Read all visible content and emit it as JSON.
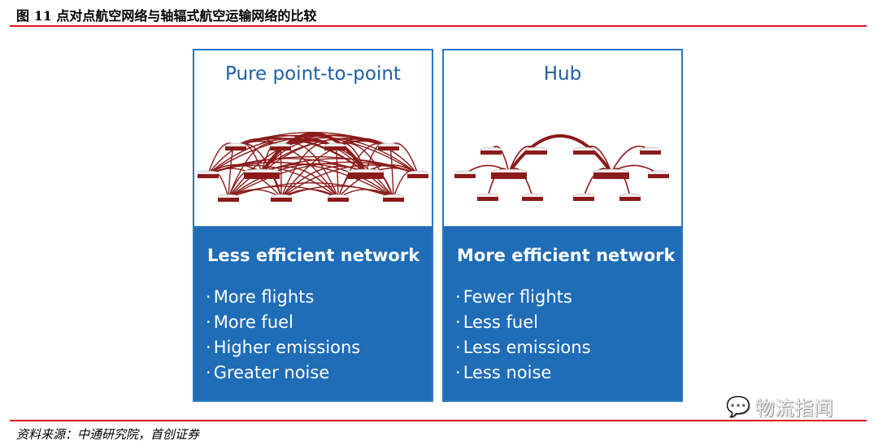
{
  "figure_title": "图 11 点对点航空网络与轴辐式航空运输网络的比较",
  "panels": [
    {
      "title": "Pure point-to-point",
      "heading": "Less efficient network",
      "bullets": [
        "More flights",
        "More fuel",
        "Higher emissions",
        "Greater noise"
      ]
    },
    {
      "title": "Hub",
      "heading": "More efficient network",
      "bullets": [
        "Fewer flights",
        "Less fuel",
        "Less emissions",
        "Less noise"
      ]
    }
  ],
  "source": "资料来源：中通研究院，首创证券",
  "watermark": "物流指闻",
  "colors": {
    "accent_red": "#d9141b",
    "panel_blue": "#1f6cb7",
    "route": "#8b1a1a"
  }
}
